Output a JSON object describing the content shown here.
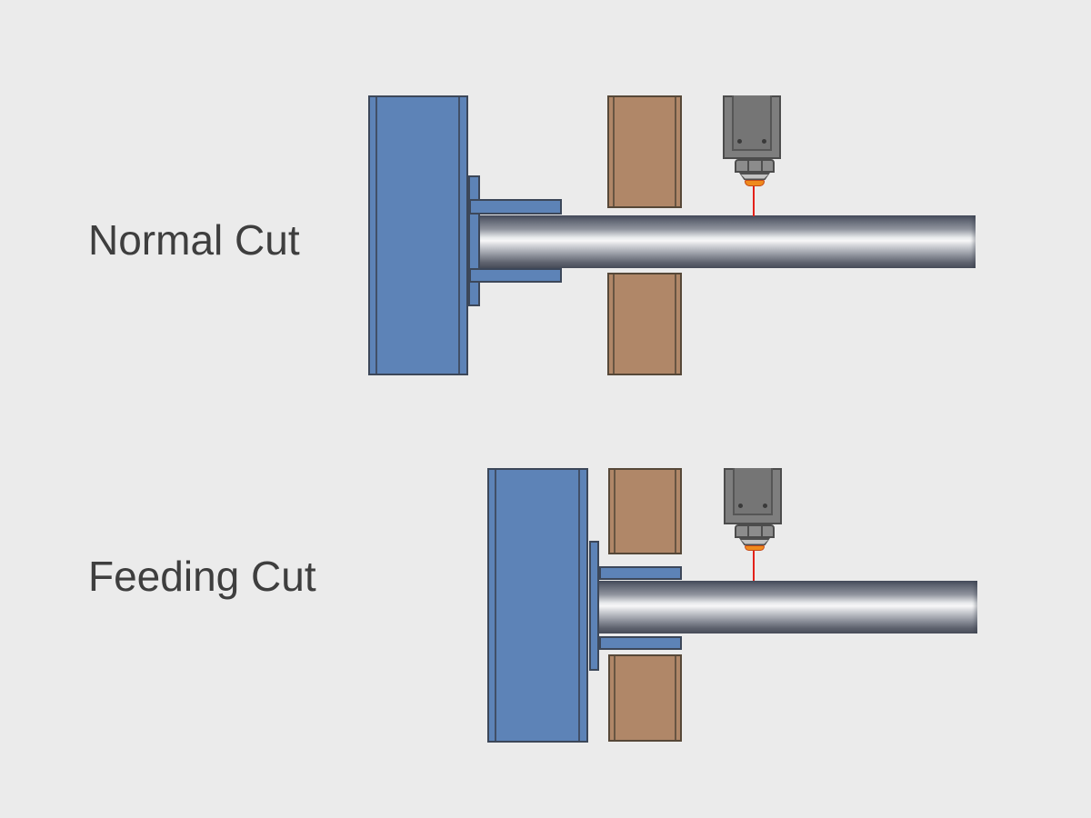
{
  "page": {
    "background": "#ebebeb",
    "description_labels_visible": [
      "Normal Cut",
      "Feeding Cut"
    ]
  },
  "sections": {
    "normal": {
      "label": "Normal Cut"
    },
    "feeding": {
      "label": "Feeding Cut"
    }
  },
  "palette": {
    "page_bg": "#ebebeb",
    "label_text": "#3e3e3e",
    "chuck_blue": "#5d83b7",
    "chuck_outline": "#3c4759",
    "support_brown": "#b08768",
    "support_outline": "#564838",
    "head_gray": "#7e7e7e",
    "head_panel_gray": "#757575",
    "head_outline": "#4c4c4c",
    "collar_gray": "#8c8c8c",
    "holder_gray": "#c3c3c3",
    "nozzle_orange": "#ef8a1d",
    "nozzle_outline": "#c54a18",
    "laser_red": "#e3211a",
    "tube_steel_dark": "#4a4f5b",
    "tube_steel_light": "#f7f7f8"
  },
  "tube_gradient_stops": [
    "#474d5c",
    "#575d6b",
    "#8f939d",
    "#e8eaec",
    "#f7f7f8",
    "#cfd1d6",
    "#8d919b",
    "#5d616d",
    "#4a4f5b"
  ]
}
